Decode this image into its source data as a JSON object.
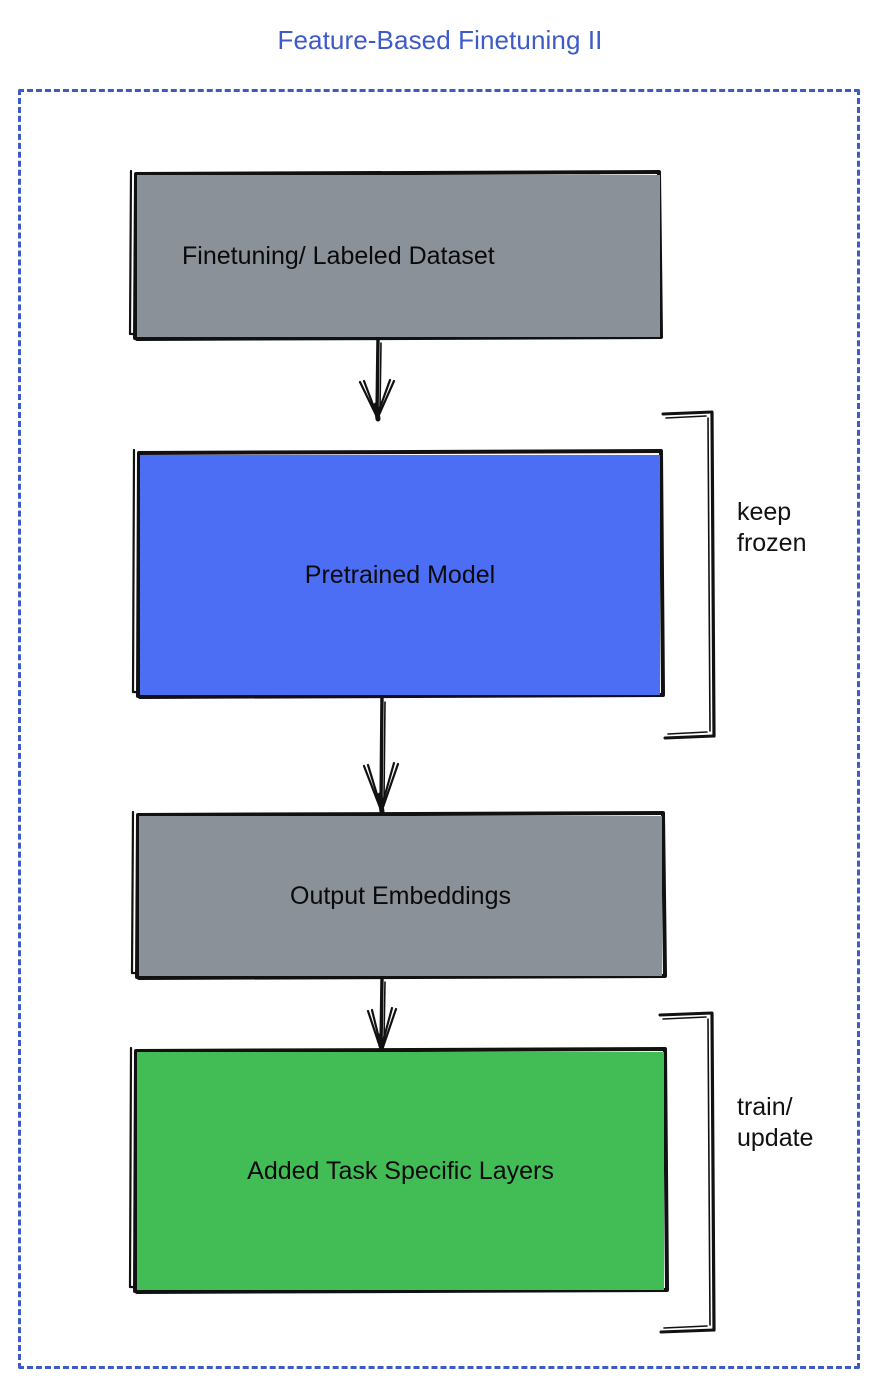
{
  "diagram": {
    "title": "Feature-Based Finetuning II",
    "title_color": "#3d5ac8",
    "frame": {
      "style": "dashed",
      "color": "#3d5ac8"
    },
    "nodes": [
      {
        "id": "dataset",
        "label": "Finetuning/ Labeled Dataset",
        "fill": "#8b9199",
        "text_color": "#0a0a0a",
        "align": "left"
      },
      {
        "id": "pretrained",
        "label": "Pretrained Model",
        "fill": "#4c6ef5",
        "text_color": "#0a0a0a",
        "align": "center"
      },
      {
        "id": "embeddings",
        "label": "Output Embeddings",
        "fill": "#8b9199",
        "text_color": "#0a0a0a",
        "align": "center"
      },
      {
        "id": "layers",
        "label": "Added Task Specific Layers",
        "fill": "#42bd55",
        "text_color": "#0a0a0a",
        "align": "center"
      }
    ],
    "edges": [
      {
        "from": "dataset",
        "to": "pretrained",
        "arrow": "down"
      },
      {
        "from": "pretrained",
        "to": "embeddings",
        "arrow": "down"
      },
      {
        "from": "embeddings",
        "to": "layers",
        "arrow": "down"
      }
    ],
    "annotations": [
      {
        "id": "keep-frozen",
        "label": "keep\nfrozen",
        "targets": [
          "pretrained"
        ],
        "bracket": "right"
      },
      {
        "id": "train-update",
        "label": "train/\nupdate",
        "targets": [
          "layers"
        ],
        "bracket": "right"
      }
    ]
  }
}
